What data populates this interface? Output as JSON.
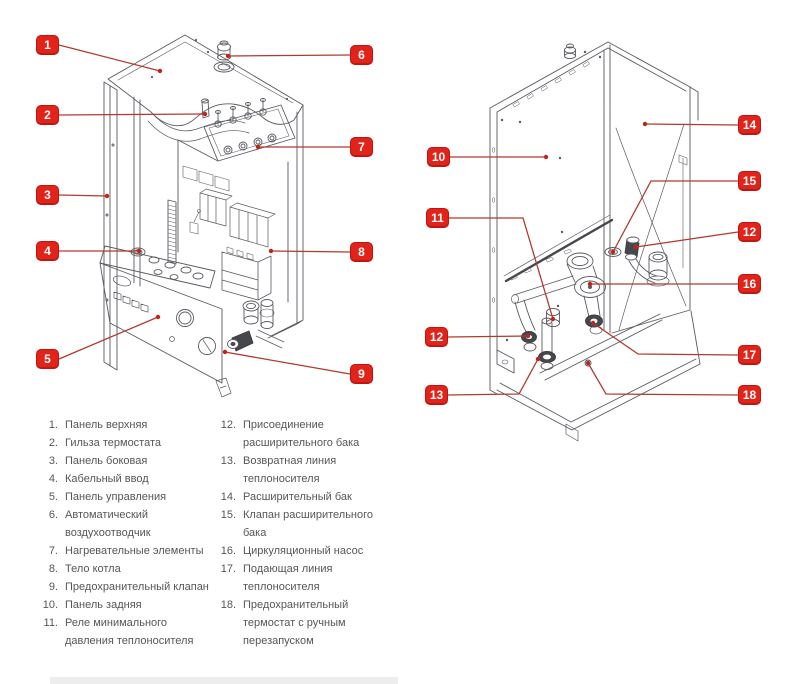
{
  "colors": {
    "background": "#ffffff",
    "callout_red": "#e2231a",
    "leader_red": "#b03a2e",
    "line_gray": "#5a5b61",
    "text_gray": "#55565a"
  },
  "diagrams": {
    "left": {
      "label": "boiler front exploded view",
      "callouts": [
        "1",
        "2",
        "3",
        "4",
        "5",
        "6",
        "7",
        "8",
        "9"
      ]
    },
    "right": {
      "label": "boiler rear exploded view",
      "callouts": [
        "10",
        "11",
        "12",
        "13",
        "14",
        "15",
        "12",
        "16",
        "17",
        "18"
      ]
    }
  },
  "legend": {
    "items": [
      {
        "num": "1.",
        "text": "Панель верхняя"
      },
      {
        "num": "2.",
        "text": "Гильза термостата"
      },
      {
        "num": "3.",
        "text": "Панель боковая"
      },
      {
        "num": "4.",
        "text": "Кабельный ввод"
      },
      {
        "num": "5.",
        "text": "Панель управления"
      },
      {
        "num": "6.",
        "text": "Автоматический\nвоздухоотводчик"
      },
      {
        "num": "7.",
        "text": "Нагревательные элементы"
      },
      {
        "num": "8.",
        "text": "Тело котла"
      },
      {
        "num": "9.",
        "text": "Предохранительный клапан"
      },
      {
        "num": "10.",
        "text": "Панель задняя"
      },
      {
        "num": "11.",
        "text": "Реле минимального\nдавления теплоносителя"
      },
      {
        "num": "12.",
        "text": "Присоединение\nрасширительного бака"
      },
      {
        "num": "13.",
        "text": "Возвратная линия\nтеплоносителя"
      },
      {
        "num": "14.",
        "text": "Расширительный бак"
      },
      {
        "num": "15.",
        "text": "Клапан расширительного\nбака"
      },
      {
        "num": "16.",
        "text": "Циркуляционный насос"
      },
      {
        "num": "17.",
        "text": "Подающая линия\nтеплоносителя"
      },
      {
        "num": "18.",
        "text": "Предохранительный\nтермостат с ручным\nперезапуском"
      }
    ]
  }
}
